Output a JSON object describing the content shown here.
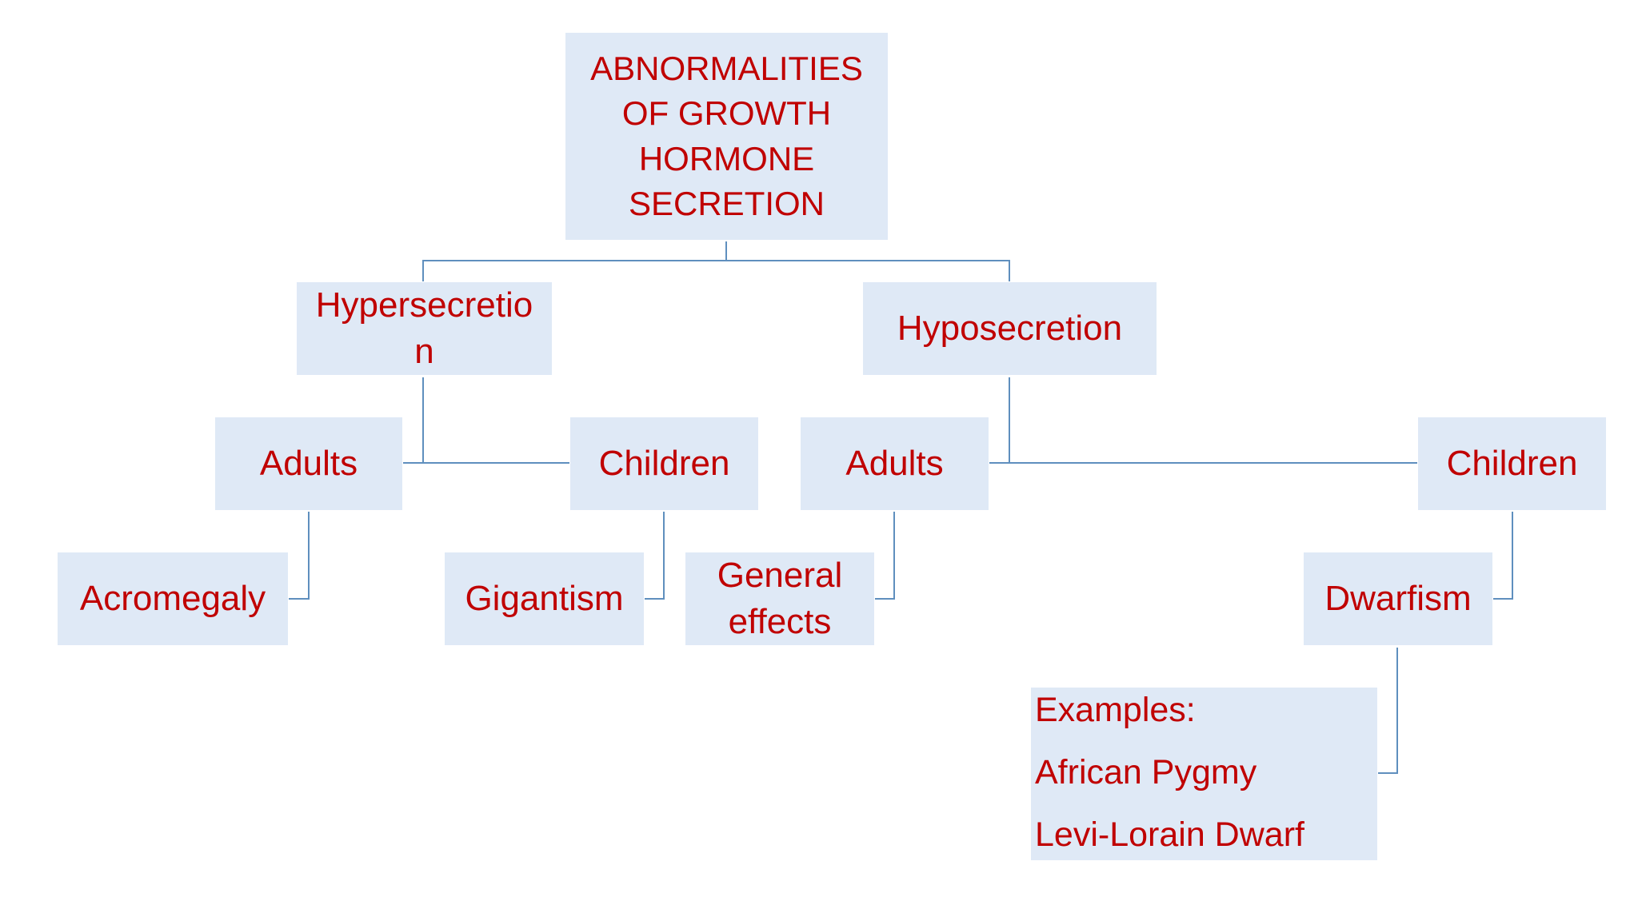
{
  "colors": {
    "box_fill": "#dfe9f6",
    "text": "#c00000",
    "connector": "#5f8fbe"
  },
  "nodes": {
    "root": [
      "ABNORMALITIES",
      "OF GROWTH",
      "HORMONE",
      "SECRETION"
    ],
    "hypersecretion": [
      "Hypersecretio",
      "n"
    ],
    "hyposecretion": "Hyposecretion",
    "hyper_adults": "Adults",
    "hyper_children": "Children",
    "hypo_adults": "Adults",
    "hypo_children": "Children",
    "acromegaly": "Acromegaly",
    "gigantism": "Gigantism",
    "general_effects": [
      "General",
      "effects"
    ],
    "dwarfism": "Dwarfism",
    "examples": [
      "Examples:",
      "African Pygmy",
      "Levi-Lorain Dwarf"
    ]
  }
}
